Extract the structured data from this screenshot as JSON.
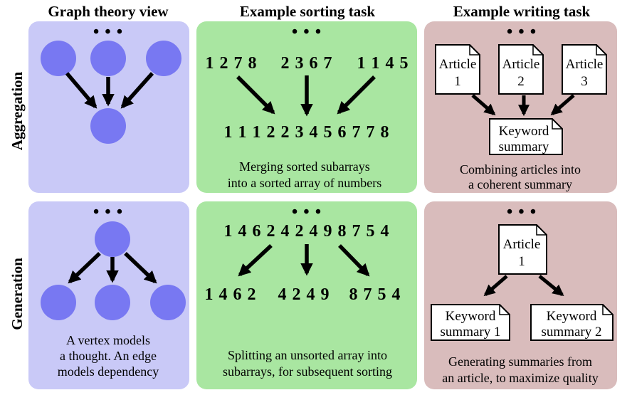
{
  "headers": {
    "col1": "Graph theory view",
    "col2": "Example sorting task",
    "col3": "Example writing task"
  },
  "row_labels": {
    "aggregation": "Aggregation",
    "generation": "Generation"
  },
  "ellipsis": "• • •",
  "aggregation": {
    "sorting": {
      "inputs": [
        "1 2 7 8",
        "2 3 6 7",
        "1 1 4 5"
      ],
      "output": "1 1 1 2 2 3 4 5 6 7 7 8",
      "caption_line1": "Merging sorted subarrays",
      "caption_line2": "into a sorted array of numbers"
    },
    "writing": {
      "articles": [
        {
          "line1": "Article",
          "line2": "1"
        },
        {
          "line1": "Article",
          "line2": "2"
        },
        {
          "line1": "Article",
          "line2": "3"
        }
      ],
      "result": {
        "line1": "Keyword",
        "line2": "summary"
      },
      "caption_line1": "Combining articles into",
      "caption_line2": "a coherent summary"
    }
  },
  "generation": {
    "graph": {
      "caption_line1": "A vertex models",
      "caption_line2": "a thought. An edge",
      "caption_line3": "models dependency"
    },
    "sorting": {
      "input": "1 4 6 2 4 2 4 9 8 7 5 4",
      "outputs": [
        "1 4 6 2",
        "4 2 4 9",
        "8 7 5 4"
      ],
      "caption_line1": "Splitting an unsorted array into",
      "caption_line2": "subarrays, for subsequent sorting"
    },
    "writing": {
      "article": {
        "line1": "Article",
        "line2": "1"
      },
      "summaries": [
        {
          "line1": "Keyword",
          "line2": "summary 1"
        },
        {
          "line1": "Keyword",
          "line2": "summary 2"
        }
      ],
      "caption_line1": "Generating summaries from",
      "caption_line2": "an article, to maximize quality"
    }
  },
  "colors": {
    "graph_panel": "#c9c9f7",
    "node": "#7878f2",
    "sorting_panel": "#a9e6a1",
    "writing_panel": "#d9bcbc",
    "arrow": "#000000"
  }
}
